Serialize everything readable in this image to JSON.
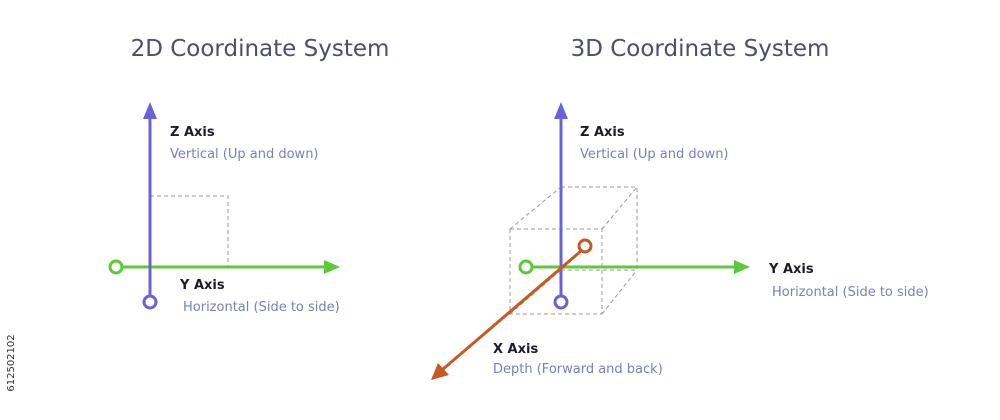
{
  "colors": {
    "vertical_axis": "#6b62d9",
    "horizontal_axis": "#5dc93a",
    "depth_axis": "#c45a24",
    "title": "#4d4e6c",
    "axis_name": "#1c1c28",
    "axis_description": "#7a7fb8"
  },
  "watermark": "612502102",
  "panel_2d": {
    "title": "2D Coordinate System",
    "vertical": {
      "name": "Z Axis",
      "description": "Vertical (Up and down)"
    },
    "horizontal": {
      "name": "Y Axis",
      "description": "Horizontal (Side to side)"
    }
  },
  "panel_3d": {
    "title": "3D Coordinate System",
    "vertical": {
      "name": "Z Axis",
      "description": "Vertical (Up and down)"
    },
    "horizontal": {
      "name": "Y Axis",
      "description": "Horizontal (Side to side)"
    },
    "depth": {
      "name": "X Axis",
      "description": "Depth (Forward and back)"
    }
  }
}
